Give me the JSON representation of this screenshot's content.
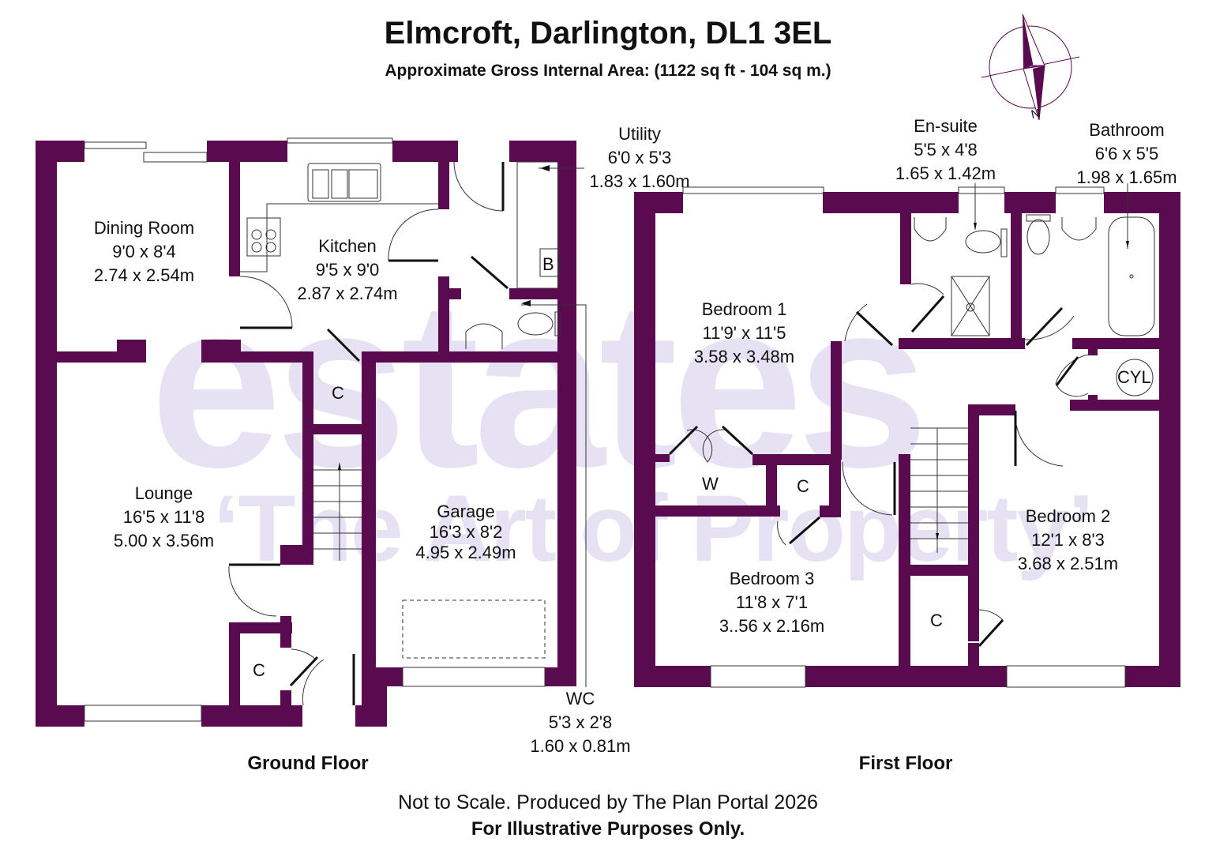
{
  "header": {
    "title": "Elmcroft, Darlington, DL1 3EL",
    "subtitle": "Approximate Gross Internal Area: (1122 sq ft - 104 sq m.)"
  },
  "compass": {
    "icon": "compass-north-arrow-icon",
    "north_label": "N"
  },
  "colors": {
    "wall": "#5a0a4f",
    "watermark": "#e6e2f4",
    "text": "#111111"
  },
  "watermark": {
    "brand": "estates",
    "tagline": "‘The Art of Property’"
  },
  "ground_floor": {
    "label": "Ground Floor",
    "rooms": [
      {
        "name": "Dining Room",
        "imperial": "9'0 x 8'4",
        "metric": "2.74 x 2.54m"
      },
      {
        "name": "Kitchen",
        "imperial": "9'5 x 9'0",
        "metric": "2.87 x 2.74m"
      },
      {
        "name": "Utility",
        "imperial": "6'0 x 5'3",
        "metric": "1.83 x 1.60m"
      },
      {
        "name": "Lounge",
        "imperial": "16'5 x 11'8",
        "metric": "5.00 x 3.56m"
      },
      {
        "name": "Garage",
        "imperial": "16'3 x 8'2",
        "metric": "4.95 x 2.49m"
      },
      {
        "name": "WC",
        "imperial": "5'3 x 2'8",
        "metric": "1.60 x 0.81m"
      }
    ],
    "tags": {
      "cupboard_upper": "C",
      "cupboard_lower": "C",
      "boiler": "B"
    }
  },
  "first_floor": {
    "label": "First Floor",
    "rooms": [
      {
        "name": "En-suite",
        "imperial": "5'5 x 4'8",
        "metric": "1.65 x 1.42m"
      },
      {
        "name": "Bathroom",
        "imperial": "6'6 x 5'5",
        "metric": "1.98 x 1.65m"
      },
      {
        "name": "Bedroom 1",
        "imperial": "11'9' x 11'5",
        "metric": "3.58 x 3.48m"
      },
      {
        "name": "Bedroom 2",
        "imperial": "12'1 x 8'3",
        "metric": "3.68 x 2.51m"
      },
      {
        "name": "Bedroom 3",
        "imperial": "11'8 x 7'1",
        "metric": "3..56 x 2.16m"
      }
    ],
    "tags": {
      "wardrobe": "W",
      "cupboard_a": "C",
      "cupboard_b": "C",
      "cylinder": "CYL"
    }
  },
  "footer": {
    "disclaimer": "Not to Scale. Produced by The Plan Portal 2026",
    "note": "For Illustrative Purposes Only."
  }
}
